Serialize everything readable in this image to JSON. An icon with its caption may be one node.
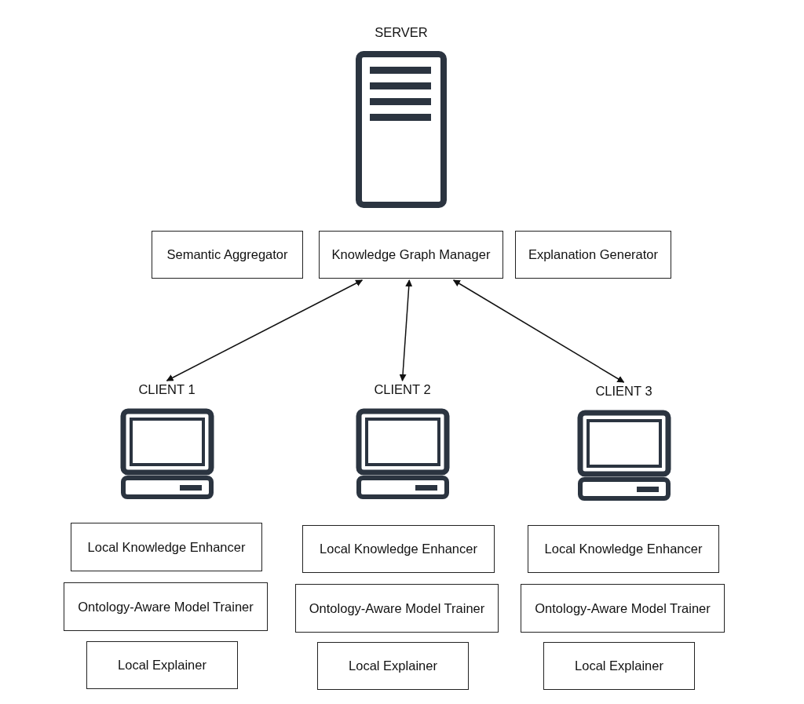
{
  "diagram": {
    "nodes": [
      {
        "text": [
          "SERVER"
        ]
      },
      {
        "text": [
          "Semantic Aggregator"
        ]
      },
      {
        "text": [
          "Knowledge Graph Manager"
        ]
      },
      {
        "text": [
          "Explanation Generator"
        ]
      },
      {
        "text": [
          "CLIENT 1"
        ]
      },
      {
        "text": [
          "Local Knowledge Enhancer"
        ]
      },
      {
        "text": [
          "Ontology-Aware Model Trainer"
        ]
      },
      {
        "text": [
          "Local Explainer"
        ]
      },
      {
        "text": [
          "CLIENT 2"
        ]
      },
      {
        "text": [
          "Local Knowledge Enhancer"
        ]
      },
      {
        "text": [
          "Ontology-Aware Model Trainer"
        ]
      },
      {
        "text": [
          "Local Explainer"
        ]
      },
      {
        "text": [
          "CLIENT 3"
        ]
      },
      {
        "text": [
          "Local Knowledge Enhancer"
        ]
      },
      {
        "text": [
          "Ontology-Aware Model Trainer"
        ]
      },
      {
        "text": [
          "Local Explainer"
        ]
      }
    ],
    "edges": [
      {
        "from": 2,
        "to": 4,
        "arrow": "both"
      },
      {
        "from": 2,
        "to": 8,
        "arrow": "both"
      },
      {
        "from": 2,
        "to": 12,
        "arrow": "both"
      }
    ]
  }
}
